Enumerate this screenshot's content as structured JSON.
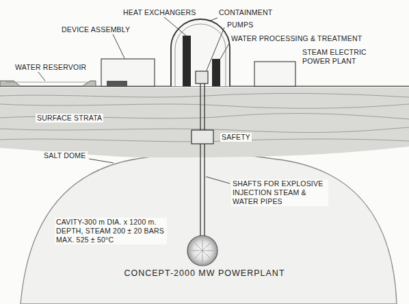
{
  "diagram": {
    "title": "CONCEPT-2000 MW POWERPLANT",
    "labels": [
      "HEAT EXCHANGERS",
      "CONTAINMENT",
      "PUMPS",
      "DEVICE ASSEMBLY",
      "WATER PROCESSING & TREATMENT",
      "WATER RESERVOIR",
      "STEAM ELECTRIC POWER PLANT",
      "SURFACE STRATA",
      "SAFETY",
      "SALT DOME",
      "SHAFTS FOR EXPLOSIVE INJECTION STEAM & WATER PIPES",
      "CAVITY-300 m DIA. x 1200 m. DEPTH, STEAM 200 ± 20 BARS MAX. 525 ± 50°C"
    ]
  }
}
